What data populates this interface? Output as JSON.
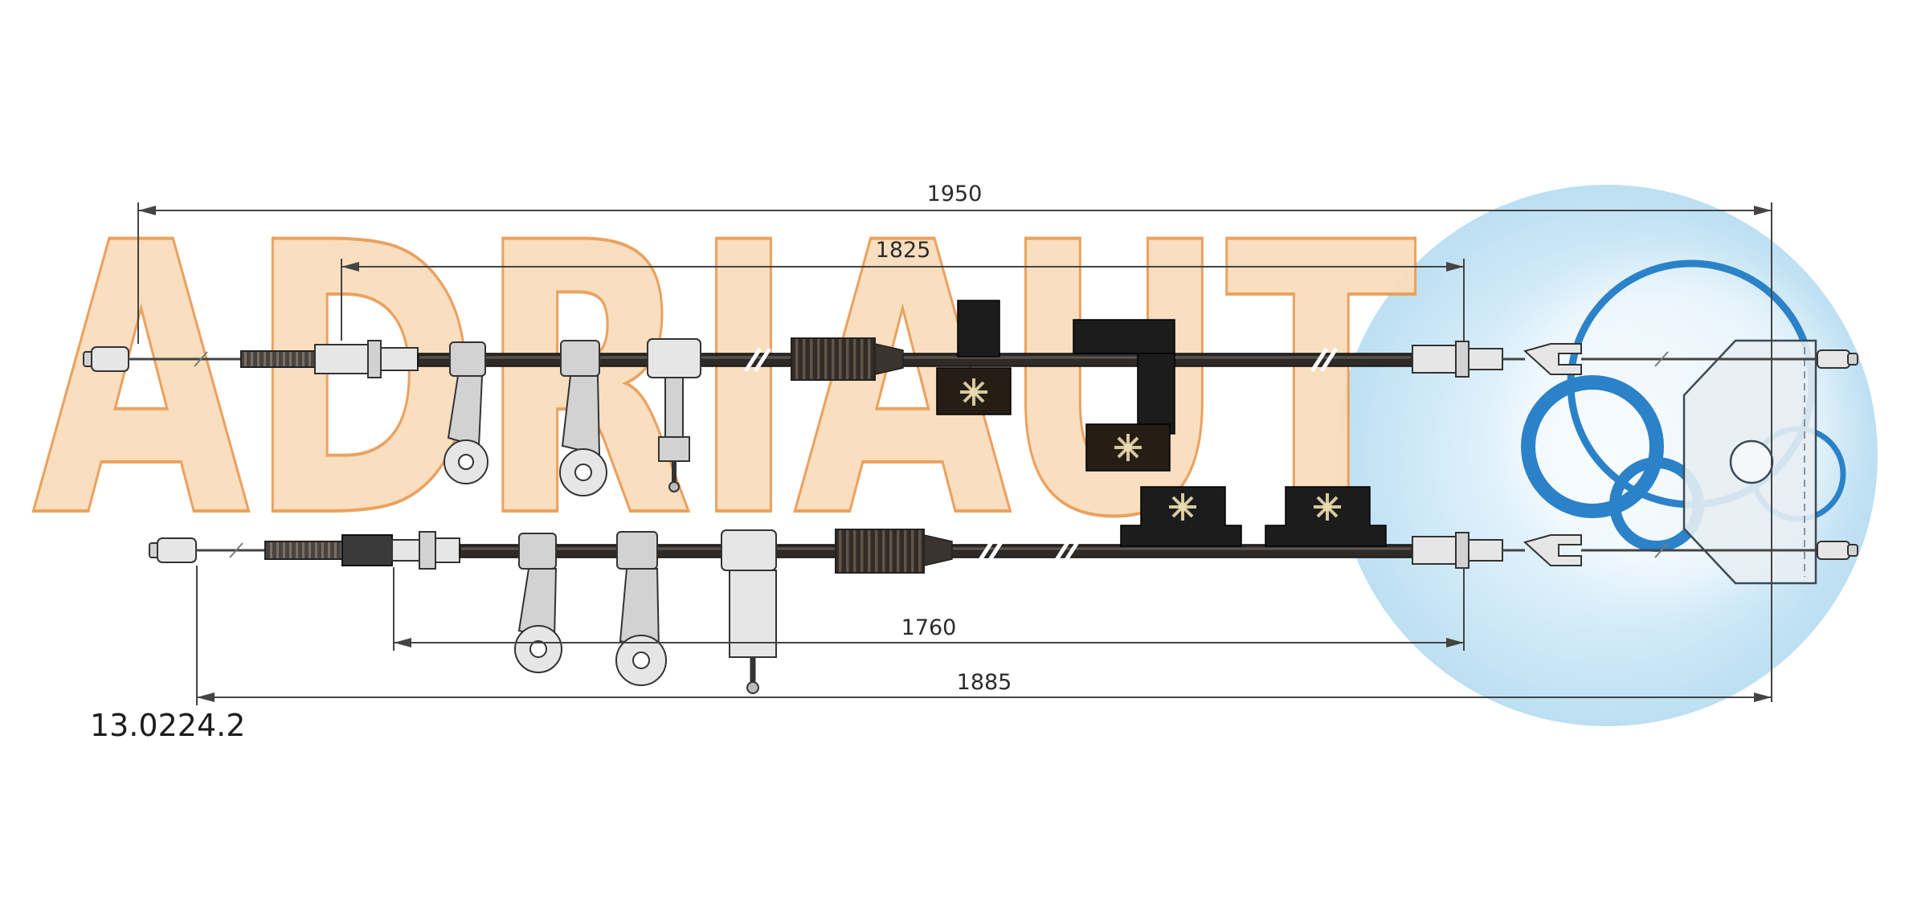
{
  "part_number": "13.0224.2",
  "watermark": {
    "text": "ADRIAUT"
  },
  "dimensions": {
    "top_outer": "1950",
    "top_inner": "1825",
    "bottom_inner": "1760",
    "bottom_outer": "1885"
  },
  "colors": {
    "watermark_fill": "#f9ddbc",
    "watermark_stroke": "#e99e58",
    "logo_blue": "#2b82c9",
    "logo_background": "#cde7f6",
    "line_color": "#2b2b2b"
  }
}
